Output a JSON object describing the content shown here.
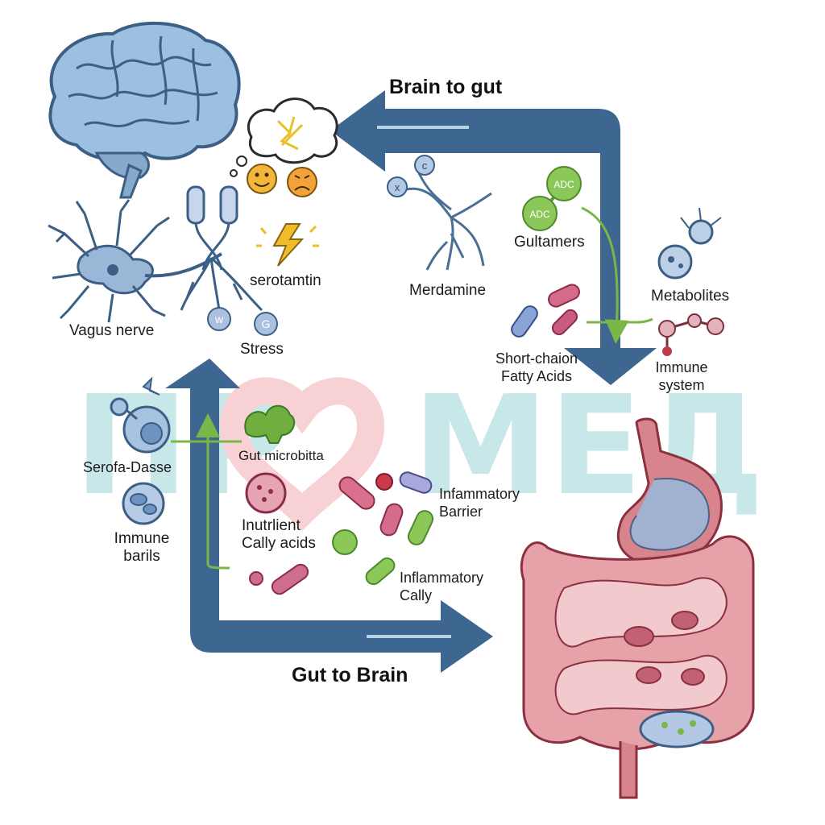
{
  "diagram": {
    "arrow_color": "#3d6691",
    "gut_color": "#d8848c",
    "green_link_color": "#7ab648",
    "flows": {
      "brain_to_gut": "Brain to gut",
      "gut_to_brain": "Gut to Brain"
    },
    "labels": {
      "vagus_nerve": "Vagus nerve",
      "serotamtin": "serotamtin",
      "stress": "Stress",
      "merdamine": "Merdamine",
      "gultamers": "Gultamers",
      "metabolites": "Metabolites",
      "short_chain_line1": "Short-chaion",
      "short_chain_line2": "Fatty Acids",
      "immune_system_line1": "Immune",
      "immune_system_line2": "system",
      "serofa_dasse": "Serofa-Dasse",
      "immune_barils_line1": "Immune",
      "immune_barils_line2": "barils",
      "gut_microbiota": "Gut microbitta",
      "nutrient_line1": "Inutrlient",
      "nutrient_line2": "Cally acids",
      "inflammatory_barrier_line1": "Infammatory",
      "inflammatory_barrier_line2": "Barrier",
      "inflammatory_cally_line1": "Inflammatory",
      "inflammatory_cally_line2": "Cally"
    },
    "node_letters": {
      "dendrite_x": "x",
      "dendrite_c": "c",
      "nerve_w": "w",
      "nerve_g": "G",
      "molecule_1": "ADC",
      "molecule_2": "ADC"
    },
    "watermark": {
      "text_left": "ПР",
      "text_right": "МЕД",
      "color": "#bfe3e6",
      "heart_color": "#f6c9cc"
    }
  }
}
